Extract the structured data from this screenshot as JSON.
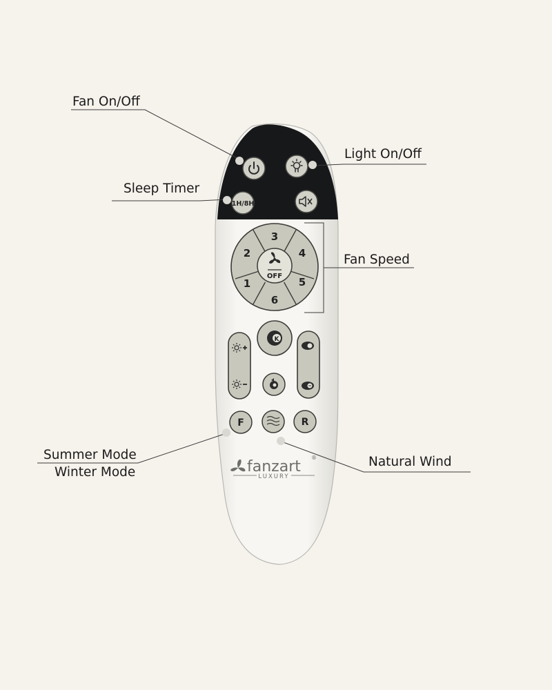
{
  "colors": {
    "background": "#f6f2ec",
    "remote_body": "#f4f3ef",
    "remote_top": "#17181a",
    "button_fill": "#c9c8bd",
    "button_stroke": "#3a3a36",
    "callout_line": "#3c3c3c"
  },
  "callouts": {
    "fan_on_off": "Fan On/Off",
    "light_on_off": "Light On/Off",
    "sleep_timer": "Sleep Timer",
    "fan_speed": "Fan Speed",
    "summer_mode": "Summer Mode",
    "winter_mode": "Winter Mode",
    "natural_wind": "Natural Wind"
  },
  "remote": {
    "top_buttons": {
      "power_icon": "power-icon",
      "light_icon": "light-bulb-icon",
      "timer_label": "1H/8H",
      "mute_icon": "speaker-mute-icon"
    },
    "speed_dial": {
      "speeds": [
        "1",
        "2",
        "3",
        "4",
        "5",
        "6"
      ],
      "center_icon": "fan-icon",
      "center_label": "OFF"
    },
    "middle": {
      "k_label": "K",
      "brightness_up_icon": "sun-plus-icon",
      "brightness_down_icon": "sun-minus-icon",
      "timer_icon": "timer-icon",
      "color_warm_icon": "color-warm-icon",
      "color_cool_icon": "color-cool-icon"
    },
    "bottom": {
      "f_label": "F",
      "wind_icon": "wind-waves-icon",
      "r_label": "R"
    },
    "brand": {
      "name": "fanzart",
      "sub": "LUXURY",
      "mark": "®"
    }
  }
}
